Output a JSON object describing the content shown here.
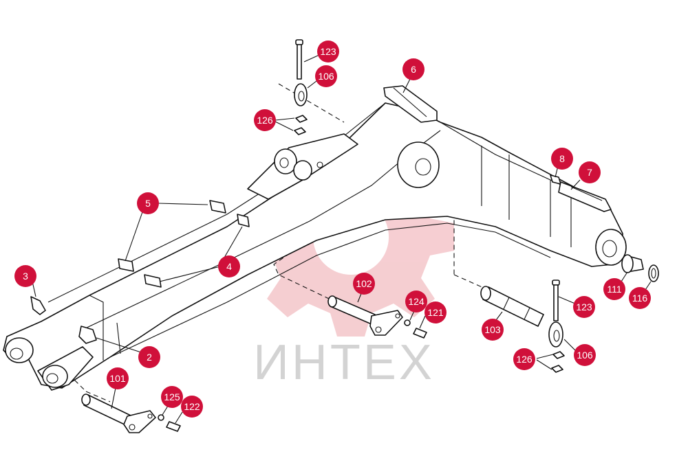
{
  "watermark": {
    "text": "ИНТЕХ",
    "gear_color": "#f5c9cd",
    "text_color": "#cfcfcf"
  },
  "colors": {
    "badge": "#d0103a",
    "badge_text": "#ffffff",
    "line": "#111111"
  },
  "labels": {
    "l3": "3",
    "l2": "2",
    "l5": "5",
    "l4": "4",
    "l6": "6",
    "l7": "7",
    "l8": "8",
    "l101": "101",
    "l102": "102",
    "l103": "103",
    "l106a": "106",
    "l106b": "106",
    "l111": "111",
    "l116": "116",
    "l121": "121",
    "l122": "122",
    "l123a": "123",
    "l123b": "123",
    "l124": "124",
    "l125": "125",
    "l126a": "126",
    "l126b": "126"
  }
}
